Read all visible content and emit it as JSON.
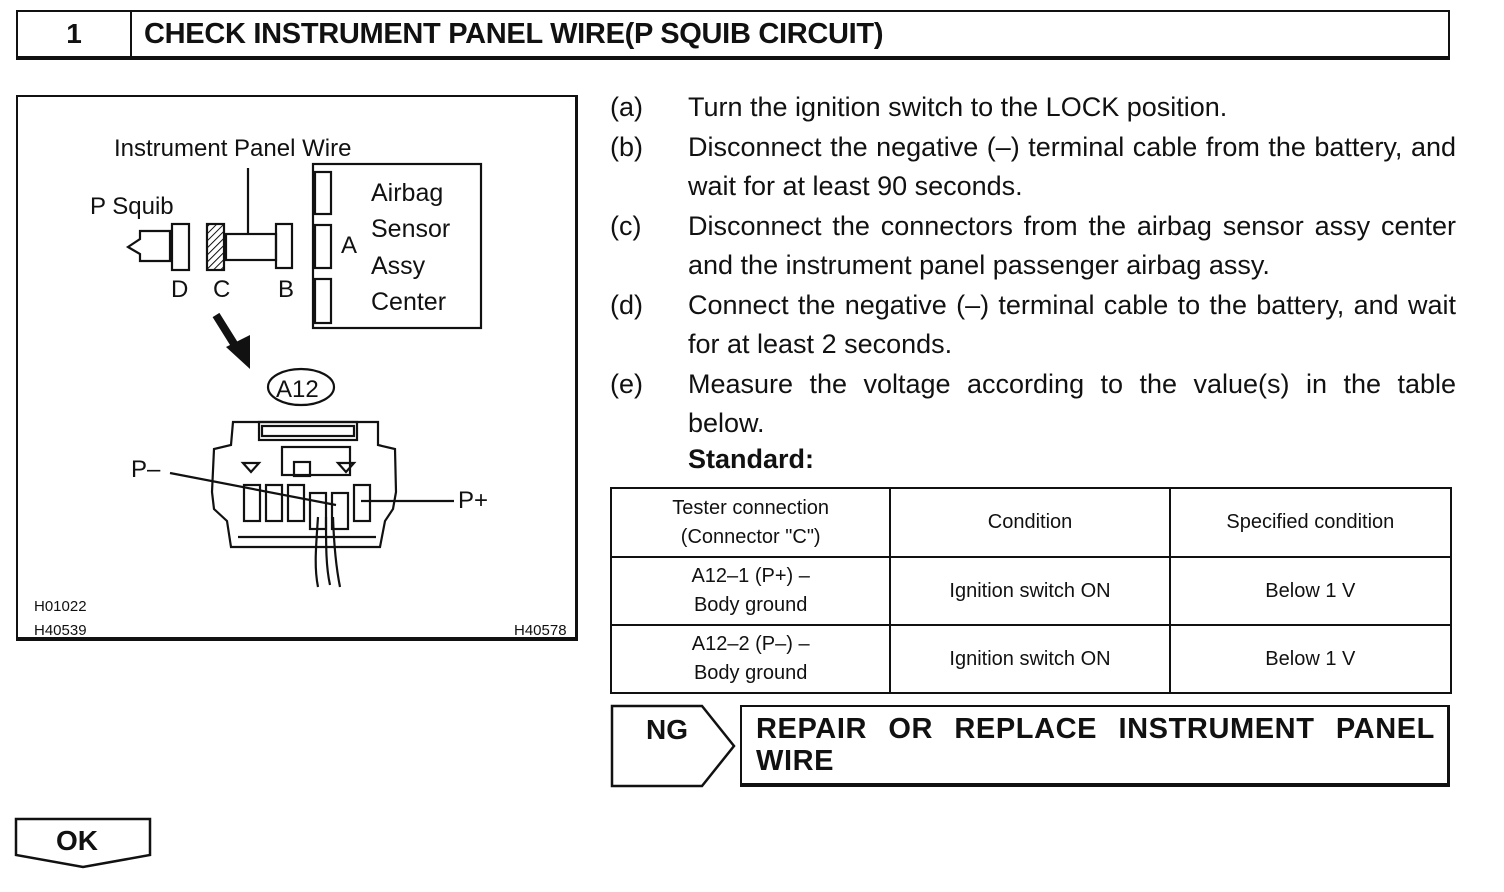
{
  "header": {
    "number": "1",
    "title": "CHECK INSTRUMENT PANEL WIRE(P SQUIB CIRCUIT)"
  },
  "figure": {
    "wire_label": "Instrument Panel Wire",
    "p_squib": "P Squib",
    "sensor_lines": [
      "Airbag",
      "Sensor",
      "Assy",
      "Center"
    ],
    "connector_letters": {
      "a": "A",
      "b": "B",
      "c": "C",
      "d": "D"
    },
    "connector_id": "A12",
    "p_minus": "P–",
    "p_plus": "P+",
    "codes": [
      "H01022",
      "H40539",
      "H40578"
    ]
  },
  "steps": [
    {
      "key": "(a)",
      "text": "Turn the ignition switch to the LOCK position."
    },
    {
      "key": "(b)",
      "text": "Disconnect the negative (–) terminal cable from the battery, and wait for at least 90 seconds."
    },
    {
      "key": "(c)",
      "text": "Disconnect the connectors from the airbag sensor assy center and the instrument panel passenger airbag assy."
    },
    {
      "key": "(d)",
      "text": "Connect the negative (–) terminal cable to the battery, and wait for at least 2 seconds."
    },
    {
      "key": "(e)",
      "text": "Measure the voltage according to the value(s) in the table below."
    }
  ],
  "standard_label": "Standard:",
  "table": {
    "headers": [
      [
        "Tester connection",
        "(Connector \"C\")"
      ],
      "Condition",
      "Specified condition"
    ],
    "rows": [
      {
        "conn": [
          "A12–1 (P+) –",
          "Body ground"
        ],
        "condition": "Ignition switch ON",
        "spec": "Below 1 V"
      },
      {
        "conn": [
          "A12–2 (P–) –",
          "Body ground"
        ],
        "condition": "Ignition switch ON",
        "spec": "Below 1 V"
      }
    ]
  },
  "ng": {
    "label": "NG",
    "action_line1": "REPAIR OR REPLACE INSTRUMENT PANEL",
    "action_line2": "WIRE"
  },
  "ok": {
    "label": "OK"
  }
}
